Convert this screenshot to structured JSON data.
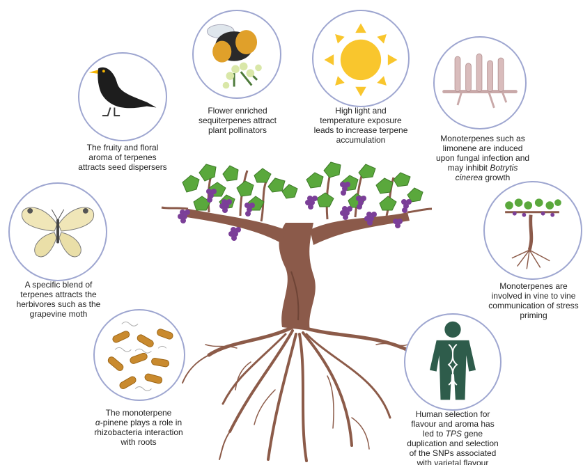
{
  "captions": {
    "bird": [
      "The fruity and floral",
      "aroma of terpenes",
      "attracts seed dispersers"
    ],
    "bee": [
      "Flower enriched",
      "sequiterpenes attract",
      "plant pollinators"
    ],
    "sun": [
      "High light and",
      "temperature exposure",
      "leads to increase terpene",
      "accumulation"
    ],
    "fungus": {
      "l1": "Monoterpenes such as",
      "l2": "limonene are induced",
      "l3": "upon fungal infection and",
      "l4a": "may inhibit ",
      "l4b": "Botrytis",
      "l5a": "cinerea",
      "l5b": " growth"
    },
    "moth": [
      "A specific blend of",
      "terpenes attracts the",
      "herbivores such as the",
      "grapevine moth"
    ],
    "vine": [
      "Monoterpenes are",
      "involved in vine to vine",
      "communication of stress",
      "priming"
    ],
    "bacteria": {
      "l1": "The monoterpene",
      "l2a": "α",
      "l2b": "-pinene plays a role in",
      "l3": "rhizobacteria interaction",
      "l4": "with roots"
    },
    "human": {
      "l1": "Human selection for",
      "l2": "flavour and aroma has",
      "l3a": "led to ",
      "l3b": "TPS",
      "l3c": " gene",
      "l4": "duplication and selection",
      "l5": "of the SNPs associated",
      "l6": "with varietal flavour"
    }
  },
  "colors": {
    "circle_border": "#9ea6d0",
    "trunk": "#8b5a4a",
    "root": "#8c5b49",
    "leaf": "#5aa83c",
    "grape": "#7b3f98",
    "sun": "#f9c62d",
    "human": "#2e5c4b"
  }
}
